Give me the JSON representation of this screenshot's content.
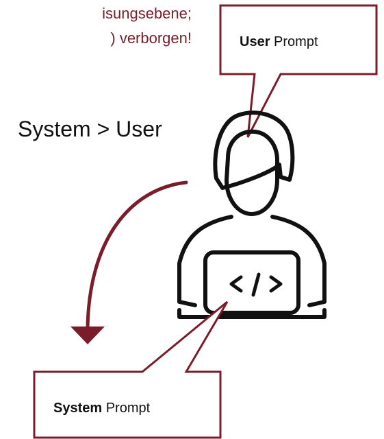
{
  "caption": {
    "line1": "isungsebene;",
    "line2": ") verborgen!"
  },
  "relation_text": "System > User",
  "user_bubble": {
    "bold": "User",
    "rest": " Prompt"
  },
  "system_bubble": {
    "bold": "System",
    "rest": " Prompt"
  },
  "colors": {
    "accent": "#7b1c2a",
    "ink": "#111111"
  },
  "icons": {
    "person": "developer-at-laptop-icon",
    "code": "code-brackets-icon"
  }
}
